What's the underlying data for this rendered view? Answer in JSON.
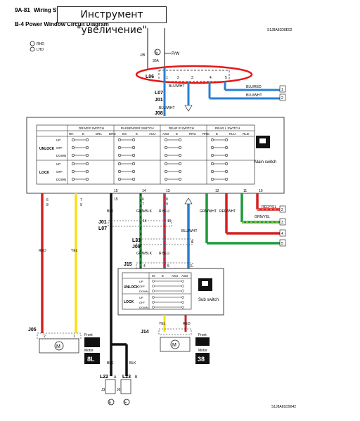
{
  "header": {
    "page_number": "9A-81",
    "section": "Wiring Sy",
    "title": "B-4 Power Window Circuit Diagram",
    "code_top": "S1J8A81D8E02",
    "code_bottom": "S1J8A81D9042",
    "legend": [
      "RHD",
      "LHD"
    ]
  },
  "tool_label": "Инструмент \"увеличение\"",
  "top": {
    "j8": "J/B",
    "fuse_no": "5",
    "fuse_amp": "30A",
    "pw": "P/W"
  },
  "connector_top": {
    "label": "L06",
    "pins": [
      "1",
      "2",
      "3",
      "4",
      "5"
    ],
    "wire_labels": [
      "BLU/RED",
      "BLU/WHT",
      "BLU/WHT"
    ],
    "ref_right": [
      "1",
      "2"
    ],
    "labels_left": [
      "L07",
      "J01"
    ],
    "blu_wht": "BLU/WHT",
    "j08": "J08"
  },
  "main_switch": {
    "name": "Main switch",
    "groups": [
      "DRIVER SWITCH",
      "PASSENGER SWITCH",
      "REAR R SWITCH",
      "REAR L SWITCH"
    ],
    "row_groups": [
      "UNLOCK",
      "LOCK"
    ],
    "rows": [
      "UP",
      "OFF",
      "DOWN",
      "UP",
      "OFF",
      "DOWN"
    ],
    "cols": [
      "RH",
      "E",
      "DRL",
      "DRD",
      "ES",
      "E",
      "AUU",
      "ASD",
      "E",
      "RRU",
      "RRD",
      "E",
      "RLU",
      "RLD"
    ],
    "pins_bottom": [
      "15",
      "14",
      "13",
      "12",
      "11",
      "10"
    ]
  },
  "left_wires": {
    "red_refs": [
      "6",
      "8"
    ],
    "yel_refs": [
      "7",
      "9"
    ],
    "red": "RED",
    "yel": "YEL",
    "j05": "J05",
    "j05_pins": [
      "2",
      "1"
    ],
    "motor_label": "Front",
    "motor_sub": "Motor",
    "motor_code": "8L"
  },
  "center": {
    "blk": "BLK",
    "grn_blk": "GRN/BLK",
    "r_blu": "R BLU",
    "blu_wht": "BLU/WHT",
    "j01": "J01",
    "l07": "L07",
    "l31": "L31",
    "j09": "J09",
    "j15": "J15",
    "pin_14": "14",
    "pin_15": "15",
    "pin_7": "7",
    "pin_8": "8",
    "pin_5": "5",
    "pin_4": "4",
    "pin_3": "3",
    "pin_6": "6",
    "l22": "L22",
    "l23": "L23",
    "j3": "J3",
    "j6": "J6",
    "g1": "E",
    "g2": "E",
    "blk2": "BLK",
    "blk3": "BLK",
    "pin_a": "A",
    "pin_b": "B"
  },
  "right_wires": {
    "grn_wht": "GRN/WHT",
    "red_wht": "RED/WHT",
    "red_yel": "RED/YEL",
    "grn_yel": "GRN/YEL",
    "refs": [
      "2",
      "3",
      "4",
      "5"
    ]
  },
  "sub_switch": {
    "name": "Sub switch",
    "cols": [
      "IG",
      "E",
      "ASU",
      "ASD"
    ],
    "row_groups": [
      "UNLOCK",
      "LOCK"
    ],
    "rows": [
      "UP",
      "OFF",
      "DOWN",
      "UP",
      "OFF",
      "DOWN"
    ]
  },
  "right_motor": {
    "j14": "J14",
    "yel": "YEL",
    "red": "RED",
    "label": "Front",
    "sub": "Motor",
    "code": "38"
  },
  "colors": {
    "red": "#d42020",
    "yellow": "#f5e11a",
    "green": "#1c9a3a",
    "blue": "#2a7fd4",
    "black": "#111111",
    "highlight": "#e81515"
  }
}
